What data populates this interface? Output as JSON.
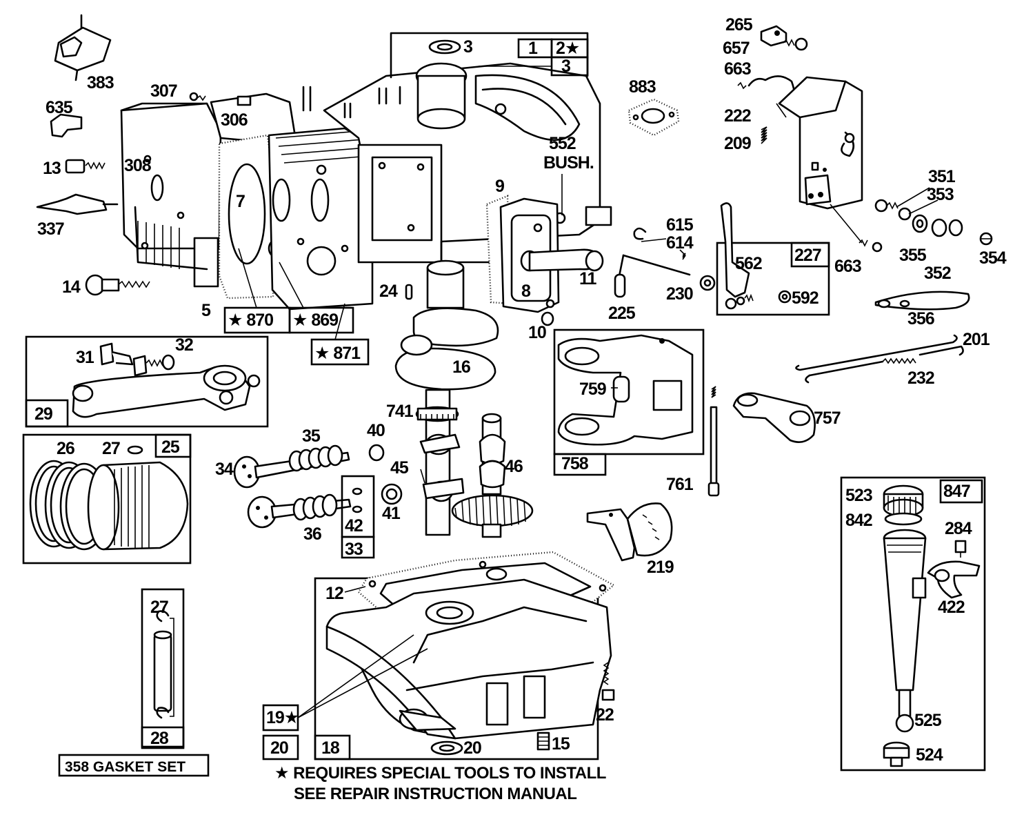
{
  "diagram": {
    "part_labels": [
      {
        "id": "p3a",
        "text": "3"
      },
      {
        "id": "p1",
        "text": "1"
      },
      {
        "id": "p2",
        "text": "2★"
      },
      {
        "id": "p3b",
        "text": "3"
      },
      {
        "id": "p383",
        "text": "383"
      },
      {
        "id": "p307",
        "text": "307"
      },
      {
        "id": "p306",
        "text": "306"
      },
      {
        "id": "p635",
        "text": "635"
      },
      {
        "id": "p13",
        "text": "13"
      },
      {
        "id": "p308",
        "text": "308"
      },
      {
        "id": "p337",
        "text": "337"
      },
      {
        "id": "p7",
        "text": "7"
      },
      {
        "id": "p14",
        "text": "14"
      },
      {
        "id": "p5",
        "text": "5"
      },
      {
        "id": "p870",
        "text": "★ 870"
      },
      {
        "id": "p869",
        "text": "★ 869"
      },
      {
        "id": "p871",
        "text": "★ 871"
      },
      {
        "id": "p883",
        "text": "883"
      },
      {
        "id": "p552",
        "text": "552"
      },
      {
        "id": "pbush",
        "text": "BUSH."
      },
      {
        "id": "p9",
        "text": "9"
      },
      {
        "id": "p24",
        "text": "24"
      },
      {
        "id": "p8",
        "text": "8"
      },
      {
        "id": "p11",
        "text": "11"
      },
      {
        "id": "p10",
        "text": "10"
      },
      {
        "id": "p16",
        "text": "16"
      },
      {
        "id": "p31",
        "text": "31"
      },
      {
        "id": "p32",
        "text": "32"
      },
      {
        "id": "p29",
        "text": "29"
      },
      {
        "id": "p26",
        "text": "26"
      },
      {
        "id": "p27a",
        "text": "27"
      },
      {
        "id": "p25",
        "text": "25"
      },
      {
        "id": "p35",
        "text": "35"
      },
      {
        "id": "p40",
        "text": "40"
      },
      {
        "id": "p34",
        "text": "34"
      },
      {
        "id": "p741",
        "text": "741"
      },
      {
        "id": "p45",
        "text": "45"
      },
      {
        "id": "p46",
        "text": "46"
      },
      {
        "id": "p41",
        "text": "41"
      },
      {
        "id": "p36",
        "text": "36"
      },
      {
        "id": "p42",
        "text": "42"
      },
      {
        "id": "p33",
        "text": "33"
      },
      {
        "id": "p265",
        "text": "265"
      },
      {
        "id": "p657",
        "text": "657"
      },
      {
        "id": "p663a",
        "text": "663"
      },
      {
        "id": "p222",
        "text": "222"
      },
      {
        "id": "p209",
        "text": "209"
      },
      {
        "id": "p351",
        "text": "351"
      },
      {
        "id": "p353",
        "text": "353"
      },
      {
        "id": "p355",
        "text": "355"
      },
      {
        "id": "p352",
        "text": "352"
      },
      {
        "id": "p354",
        "text": "354"
      },
      {
        "id": "p663b",
        "text": "663"
      },
      {
        "id": "p615",
        "text": "615"
      },
      {
        "id": "p614",
        "text": "614"
      },
      {
        "id": "p227",
        "text": "227"
      },
      {
        "id": "p562",
        "text": "562"
      },
      {
        "id": "p225",
        "text": "225"
      },
      {
        "id": "p230",
        "text": "230"
      },
      {
        "id": "p592",
        "text": "592"
      },
      {
        "id": "p356",
        "text": "356"
      },
      {
        "id": "p201",
        "text": "201"
      },
      {
        "id": "p232",
        "text": "232"
      },
      {
        "id": "p759",
        "text": "759"
      },
      {
        "id": "p758",
        "text": "758"
      },
      {
        "id": "p757",
        "text": "757"
      },
      {
        "id": "p761",
        "text": "761"
      },
      {
        "id": "p219",
        "text": "219"
      },
      {
        "id": "p523",
        "text": "523"
      },
      {
        "id": "p847",
        "text": "847"
      },
      {
        "id": "p842",
        "text": "842"
      },
      {
        "id": "p284",
        "text": "284"
      },
      {
        "id": "p422",
        "text": "422"
      },
      {
        "id": "p525",
        "text": "525"
      },
      {
        "id": "p524",
        "text": "524"
      },
      {
        "id": "p12",
        "text": "12"
      },
      {
        "id": "p27b",
        "text": "27"
      },
      {
        "id": "p28",
        "text": "28"
      },
      {
        "id": "p19",
        "text": "19★"
      },
      {
        "id": "p20a",
        "text": "20"
      },
      {
        "id": "p18",
        "text": "18"
      },
      {
        "id": "p20b",
        "text": "20"
      },
      {
        "id": "p22",
        "text": "22"
      },
      {
        "id": "p15",
        "text": "15"
      },
      {
        "id": "p358",
        "text": "358 GASKET SET"
      }
    ],
    "note_line1": "★ REQUIRES SPECIAL TOOLS TO INSTALL",
    "note_line2": "SEE REPAIR INSTRUCTION MANUAL"
  }
}
